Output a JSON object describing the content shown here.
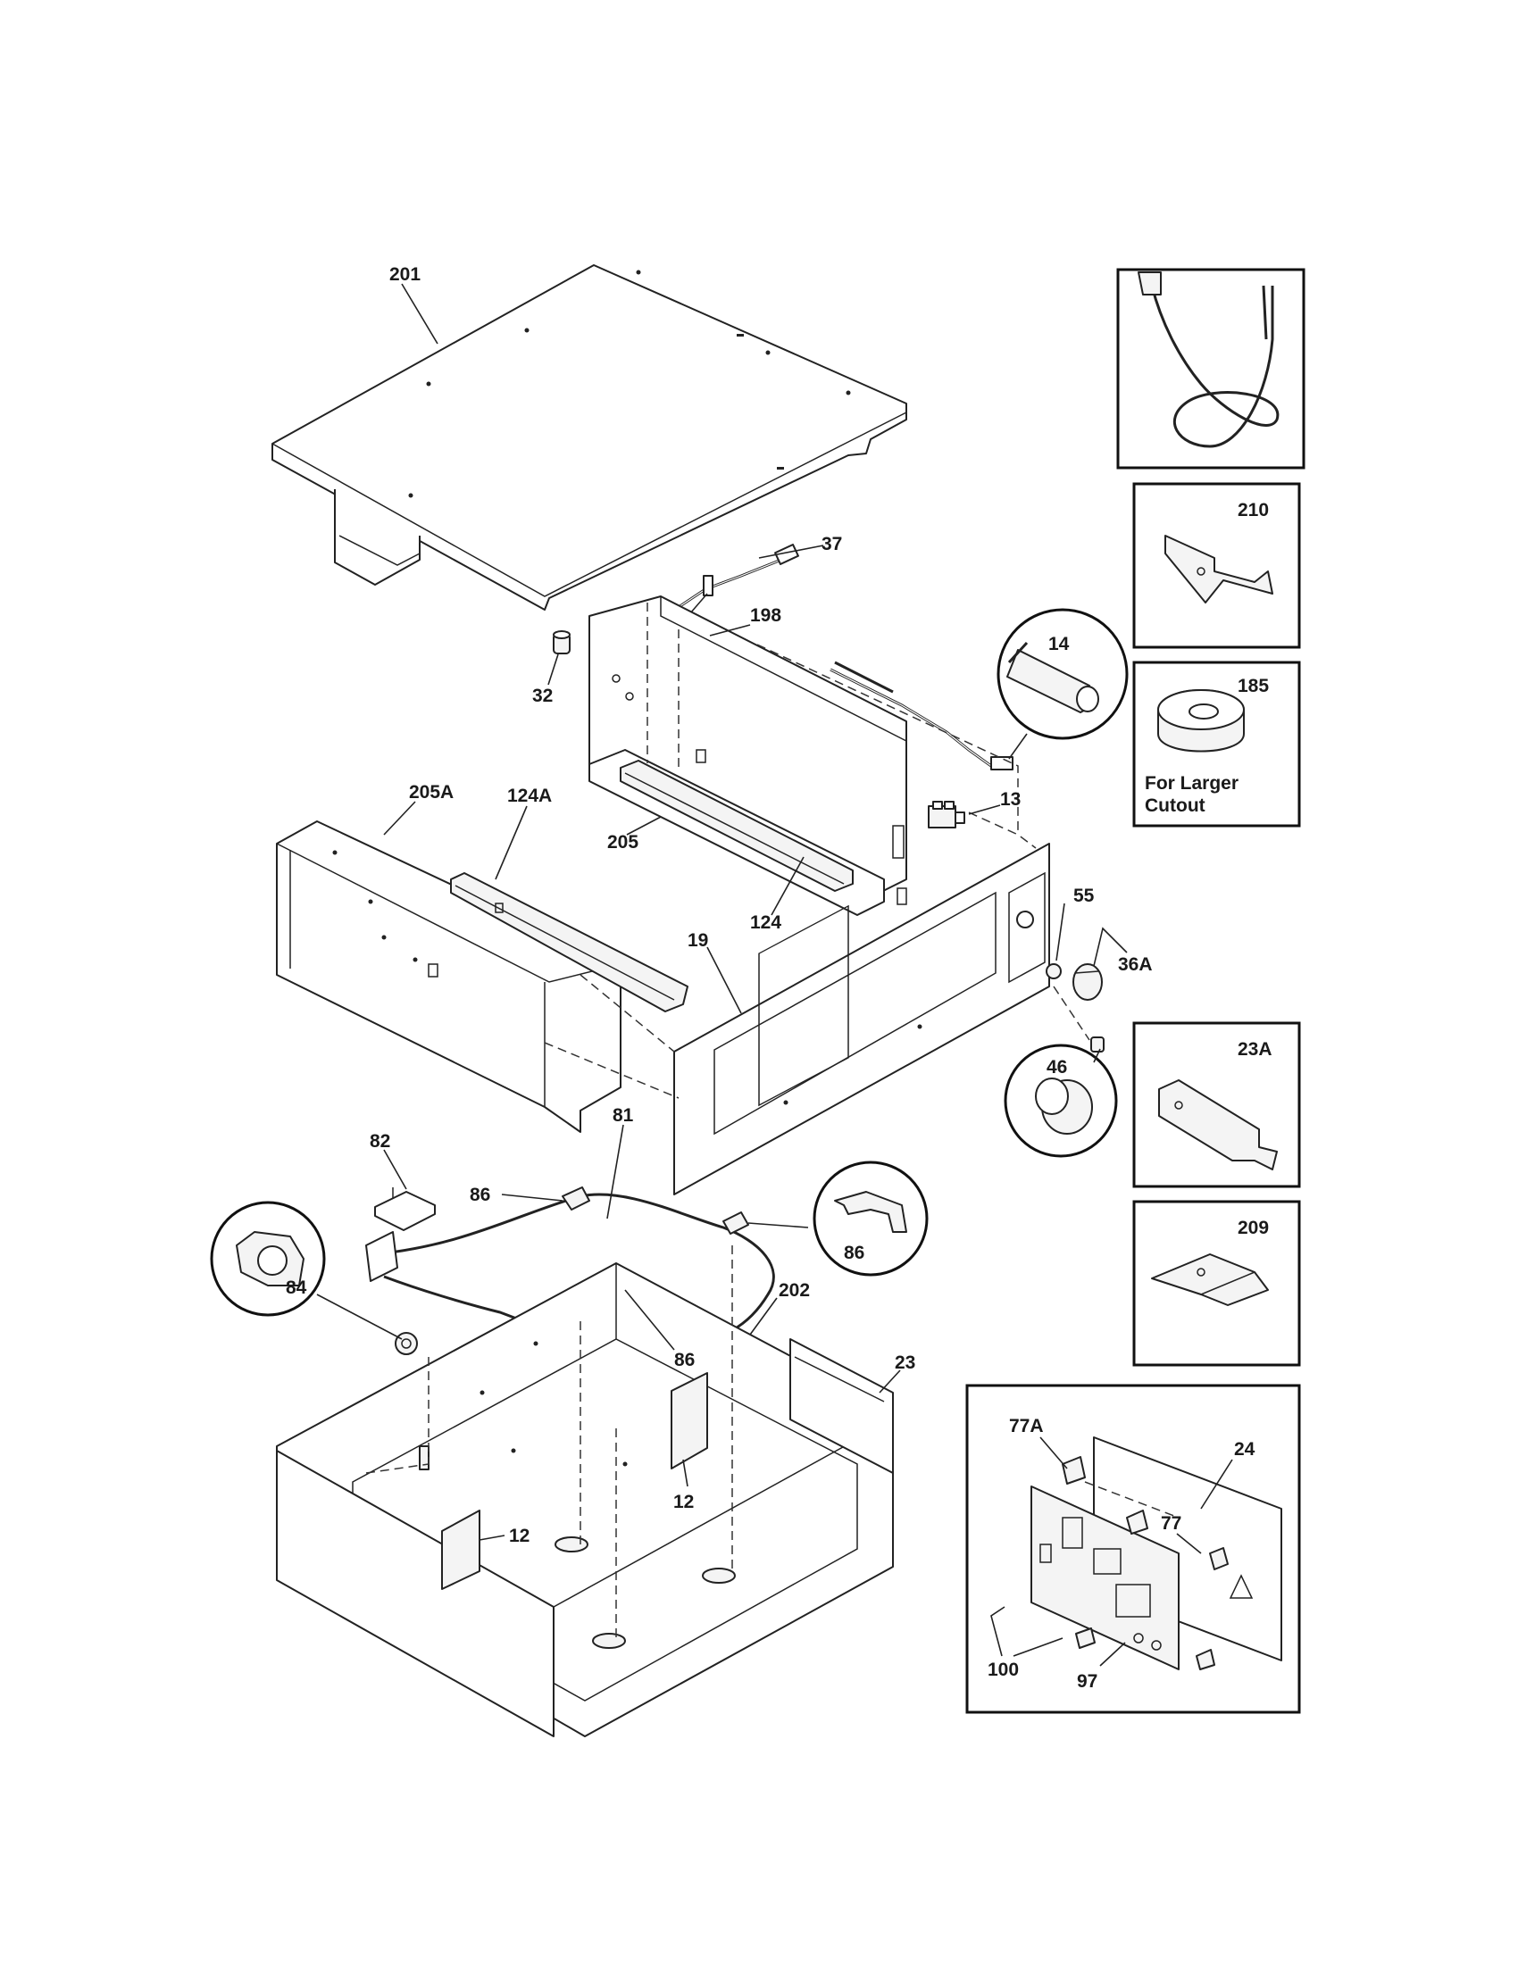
{
  "callouts": {
    "c201": "201",
    "c37": "37",
    "c198": "198",
    "c32": "32",
    "c14": "14",
    "c13": "13",
    "c205A": "205A",
    "c124A": "124A",
    "c205": "205",
    "c124": "124",
    "c55": "55",
    "c19": "19",
    "c36A": "36A",
    "c46": "46",
    "c82": "82",
    "c81": "81",
    "c86a": "86",
    "c86b": "86",
    "c86c": "86",
    "c84": "84",
    "c202": "202",
    "c23": "23",
    "c12a": "12",
    "c12b": "12",
    "c210": "210",
    "c185": "185",
    "c23A": "23A",
    "c209": "209",
    "c77A": "77A",
    "c24": "24",
    "c77": "77",
    "c100": "100",
    "c97": "97"
  },
  "notes": {
    "larger_cutout_line1": "For Larger",
    "larger_cutout_line2": "Cutout"
  }
}
